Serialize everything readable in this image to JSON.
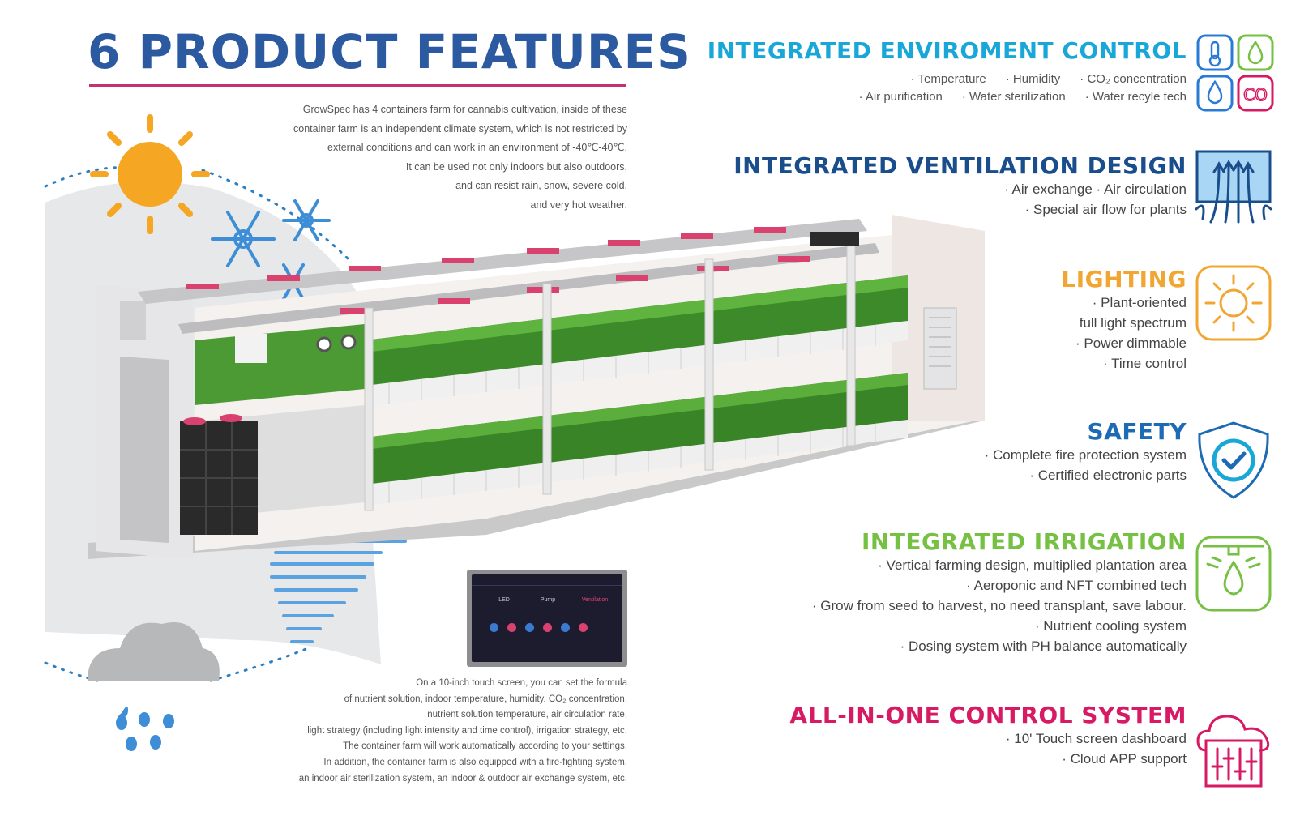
{
  "header": {
    "title": "6 PRODUCT FEATURES"
  },
  "intro": [
    "GrowSpec has 4 containers farm for cannabis cultivation, inside of these",
    "container farm is an independent climate system, which is not restricted by",
    "external conditions and can work in an environment of -40℃-40℃.",
    "It can be used not only indoors but also outdoors,",
    "and can resist rain, snow, severe cold,",
    "and very hot weather."
  ],
  "touch_screen": {
    "labels": [
      "LED",
      "Pump",
      "Ventilation"
    ]
  },
  "outro": [
    "On a 10-inch touch screen, you can set the formula",
    "of nutrient solution, indoor temperature, humidity, CO₂ concentration,",
    "nutrient solution temperature, air circulation rate,",
    "light strategy (including light intensity and time control), irrigation strategy, etc.",
    "The container farm will work automatically according to your settings.",
    "In addition, the container farm is also equipped with a fire-fighting system,",
    "an indoor air sterilization system, an indoor & outdoor air exchange system, etc."
  ],
  "features": {
    "environment": {
      "title": "INTEGRATED ENVIROMENT CONTROL",
      "row1": [
        "· Temperature",
        "· Humidity",
        "· CO₂ concentration"
      ],
      "row2": [
        "· Air purification",
        "· Water sterilization",
        "· Water recyle tech"
      ],
      "color": "#19a7d8",
      "icons": [
        "thermometer-icon",
        "droplet-icon",
        "humidity-icon",
        "co2-icon"
      ]
    },
    "ventilation": {
      "title": "INTEGRATED VENTILATION DESIGN",
      "lines": [
        "· Air exchange     · Air circulation",
        "· Special air flow for plants"
      ],
      "color": "#1a4d8c",
      "icon": "airflow-icon"
    },
    "lighting": {
      "title": "LIGHTING",
      "lines": [
        "· Plant-oriented",
        "full light spectrum",
        "· Power dimmable",
        "· Time control"
      ],
      "color": "#f2a632",
      "icon": "sun-icon"
    },
    "safety": {
      "title": "SAFETY",
      "lines": [
        "· Complete fire protection system",
        "· Certified electronic parts"
      ],
      "color": "#1d6ab5",
      "icon": "shield-check-icon"
    },
    "irrigation": {
      "title": "INTEGRATED IRRIGATION",
      "lines": [
        "· Vertical farming design, multiplied plantation area",
        "· Aeroponic and NFT combined tech",
        "· Grow from seed to harvest, no need transplant, save labour.",
        "· Nutrient cooling system",
        "· Dosing system with PH balance automatically"
      ],
      "color": "#76c043",
      "icon": "sprinkler-icon"
    },
    "control": {
      "title": "ALL-IN-ONE CONTROL SYSTEM",
      "lines": [
        "· 10' Touch screen dashboard",
        "· Cloud APP support"
      ],
      "color": "#d61a63",
      "icon": "cloud-control-icon"
    }
  }
}
